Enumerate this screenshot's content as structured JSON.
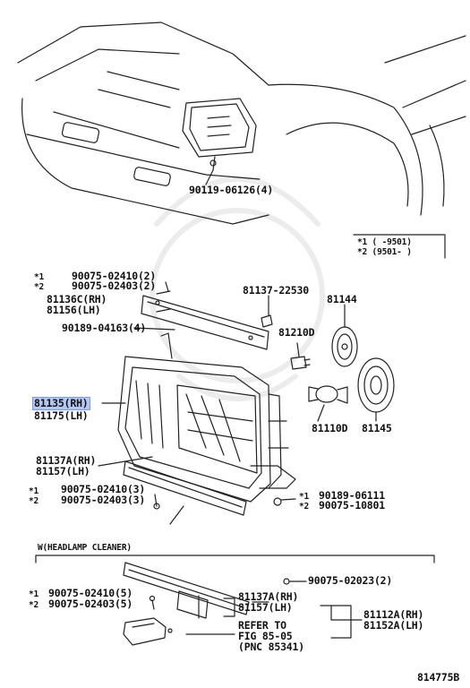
{
  "highlight_color": "#b3c6f5",
  "labels": {
    "p90119": "90119-06126(4)",
    "legend1": "*1  (    -9501)",
    "legend2": "*2  (9501-    )",
    "s1a": "*1",
    "p90075a": "90075-02410(2)",
    "s2a": "*2",
    "p90075b": "90075-02403(2)",
    "p81136": "81136C(RH)",
    "p81156": "81156(LH)",
    "p90189a": "90189-04163(4)",
    "p81137top": "81137-22530",
    "p81144": "81144",
    "p81210": "81210D",
    "p81135": "81135(RH)",
    "p81175": "81175(LH)",
    "p81110": "81110D",
    "p81145": "81145",
    "p81137a": "81137A(RH)",
    "p81157": "81157(LH)",
    "s1b": "*1",
    "p90075c": "90075-02410(3)",
    "s2b": "*2",
    "p90075d": "90075-02403(3)",
    "s1c": "*1",
    "p90189b": "90189-06111",
    "s2c": "*2",
    "p90075e": "90075-10801",
    "cleaner": "W(HEADLAMP CLEANER)",
    "p90075f": "90075-02023(2)",
    "s1d": "*1",
    "p90075g": "90075-02410(5)",
    "s2d": "*2",
    "p90075h": "90075-02403(5)",
    "p81137b": "81137A(RH)",
    "p81157b": "81157(LH)",
    "p81112": "81112A(RH)",
    "p81152": "81152A(LH)",
    "refer1": "REFER TO",
    "refer2": "FIG 85-05",
    "refer3": "(PNC 85341)",
    "figno": "814775B"
  }
}
